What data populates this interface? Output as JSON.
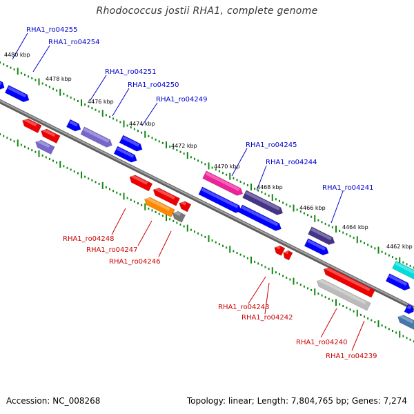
{
  "title": "Rhodococcus jostii RHA1, complete genome",
  "footer": {
    "accession": "Accession: NC_008268",
    "summary": "Topology: linear; Length: 7,804,765 bp; Genes: 7,274"
  },
  "colors": {
    "backbone": "#909090",
    "tick": "#118811",
    "forward_label": "#0000cc",
    "reverse_label": "#cc0000"
  },
  "scale_labels": [
    "4480 kbp",
    "4478 kbp",
    "4476 kbp",
    "4474 kbp",
    "4472 kbp",
    "4470 kbp",
    "4468 kbp",
    "4466 kbp",
    "4464 kbp",
    "4462 kbp"
  ],
  "forward_gene_labels": [
    "RHA1_ro04255",
    "RHA1_ro04254",
    "RHA1_ro04251",
    "RHA1_ro04250",
    "RHA1_ro04249",
    "RHA1_ro04245",
    "RHA1_ro04244",
    "RHA1_ro04241"
  ],
  "reverse_gene_labels": [
    "RHA1_ro04248",
    "RHA1_ro04247",
    "RHA1_ro04246",
    "RHA1_ro04243",
    "RHA1_ro04242",
    "RHA1_ro04240",
    "RHA1_ro04239"
  ],
  "gene_colors": {
    "forward": [
      "#0000ff",
      "#0000ff",
      "#0000ff",
      "#7766cc",
      "#0000ff",
      "#0000ff",
      "#ee2299",
      "#0000ff",
      "#443388",
      "#0000ff",
      "#443388",
      "#0000ff",
      "#00dddd",
      "#0000ff",
      "#0000ff"
    ],
    "reverse": [
      "#ee0000",
      "#ee0000",
      "#7766cc",
      "#ee0000",
      "#ee0000",
      "#ee0000",
      "#ff8800",
      "#777777",
      "#ee0000",
      "#ee0000",
      "#ee0000",
      "#bbbbbb",
      "#4477aa"
    ]
  }
}
